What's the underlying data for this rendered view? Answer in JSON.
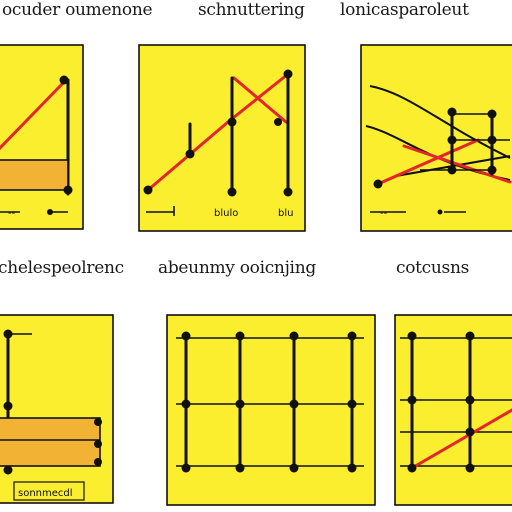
{
  "captions": {
    "top_left": "ocuder oumenone",
    "top_center": "schnuttering",
    "top_right": "lonicasparoleut",
    "mid_left": "chelespeolrenc",
    "mid_center": "abeunmy ooicnjing",
    "mid_right": "cotcusns",
    "bottom_label": "sonnmecdl"
  },
  "panel_labels": {
    "p1_axis": "--",
    "p2_axis": "blulo",
    "p2_axis_right": "blu",
    "p3_axis": "--"
  },
  "colors": {
    "panel_fill": "#fbee2e",
    "line_red": "#e4262c",
    "bar_orange": "#f2b234",
    "ink": "#111111"
  }
}
